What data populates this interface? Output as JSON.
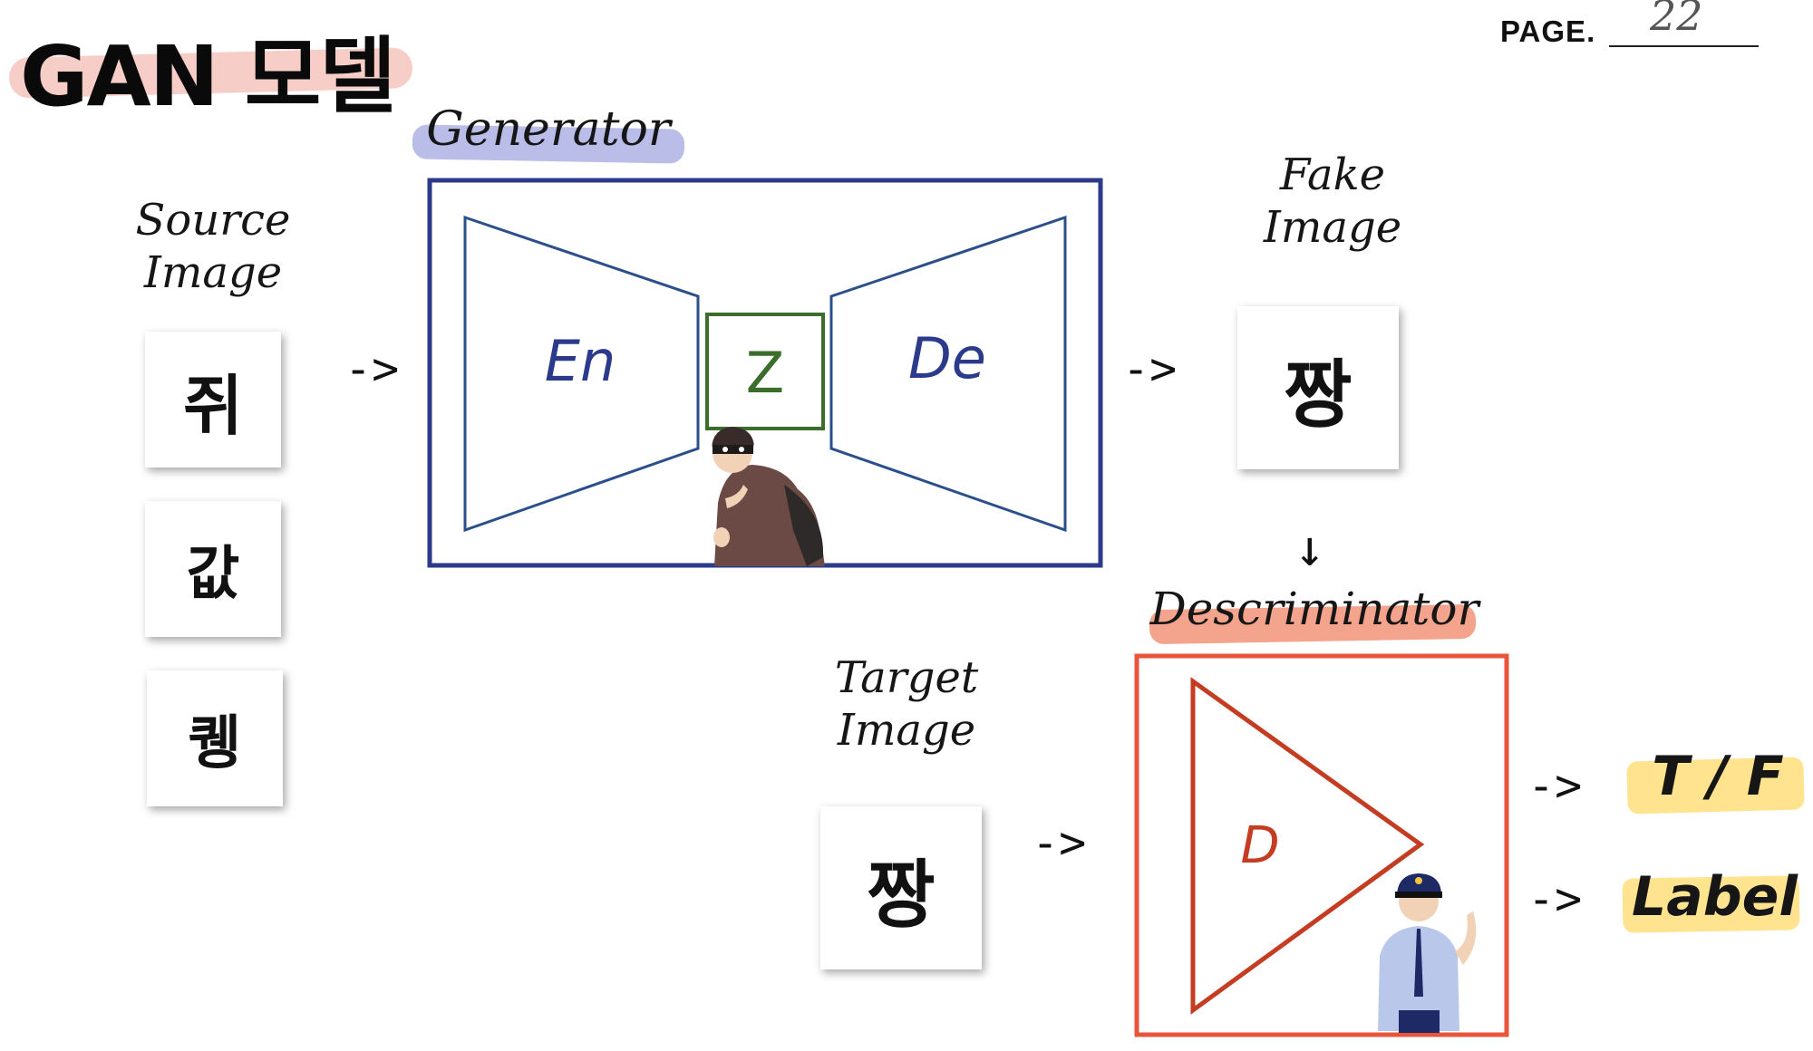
{
  "title": "GAN 모델",
  "page": {
    "label": "PAGE.",
    "number": "22"
  },
  "generator": {
    "label": "Generator",
    "encoder_label": "En",
    "latent_label": "Z",
    "decoder_label": "De",
    "highlight_color": "#b9bde8",
    "frame_color": "#2b3a8a",
    "latent_color": "#3c6e2b"
  },
  "source": {
    "label_line1": "Source",
    "label_line2": "Image",
    "chars": [
      "쥐",
      "값",
      "퀭"
    ]
  },
  "fake": {
    "label_line1": "Fake",
    "label_line2": "Image",
    "char": "짱"
  },
  "target": {
    "label_line1": "Target",
    "label_line2": "Image",
    "char": "짱"
  },
  "discriminator": {
    "label": "Descriminator",
    "symbol": "D",
    "highlight_color": "#f4a48c",
    "frame_color": "#e8553a",
    "triangle_color": "#c43d22"
  },
  "outputs": {
    "tf": "T / F",
    "label": "Label",
    "highlight_color": "#ffe082"
  },
  "arrows": {
    "right": "->",
    "down": "↓"
  },
  "icons": {
    "thief": "thief-figure-icon",
    "police": "police-officer-figure-icon"
  }
}
